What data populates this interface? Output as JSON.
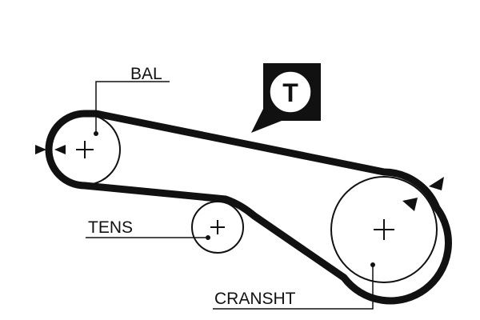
{
  "labels": {
    "bal": "BAL",
    "tens": "TENS",
    "cransht": "CRANSHT"
  },
  "badge": {
    "letter": "T"
  },
  "icons": {
    "rotation_marker": "triangle-arrow",
    "pulley_center": "plus-cross"
  },
  "colors": {
    "ink": "#111111",
    "background": "#ffffff"
  }
}
